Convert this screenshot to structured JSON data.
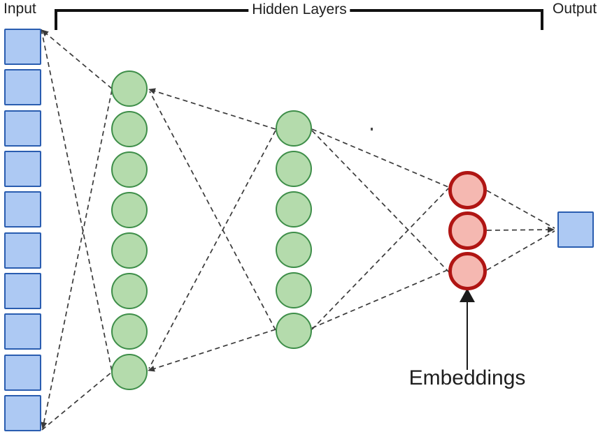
{
  "diagram": {
    "title_labels": {
      "input": "Input",
      "hidden_layers": "Hidden Layers",
      "output": "Output"
    },
    "annotation": {
      "embeddings_label": "Embeddings"
    },
    "layers": [
      {
        "id": "input",
        "shape": "square",
        "count": 10,
        "fill": "#ADC9F3",
        "border": "#2A5DB0"
      },
      {
        "id": "hidden-1",
        "shape": "circle",
        "count": 8,
        "fill": "#B4DBAC",
        "border": "#3E8E49"
      },
      {
        "id": "hidden-2",
        "shape": "circle",
        "count": 6,
        "fill": "#B4DBAC",
        "border": "#3E8E49"
      },
      {
        "id": "embeddings",
        "shape": "circle",
        "count": 3,
        "fill": "#F5B8B1",
        "border": "#B01513"
      },
      {
        "id": "output",
        "shape": "square",
        "count": 1,
        "fill": "#ADC9F3",
        "border": "#2A5DB0"
      }
    ],
    "connector_color": "#3A3A3A",
    "bracket_color": "#111111",
    "arrow_color": "#1A1A1A",
    "text_color": "#1E1E1E"
  }
}
